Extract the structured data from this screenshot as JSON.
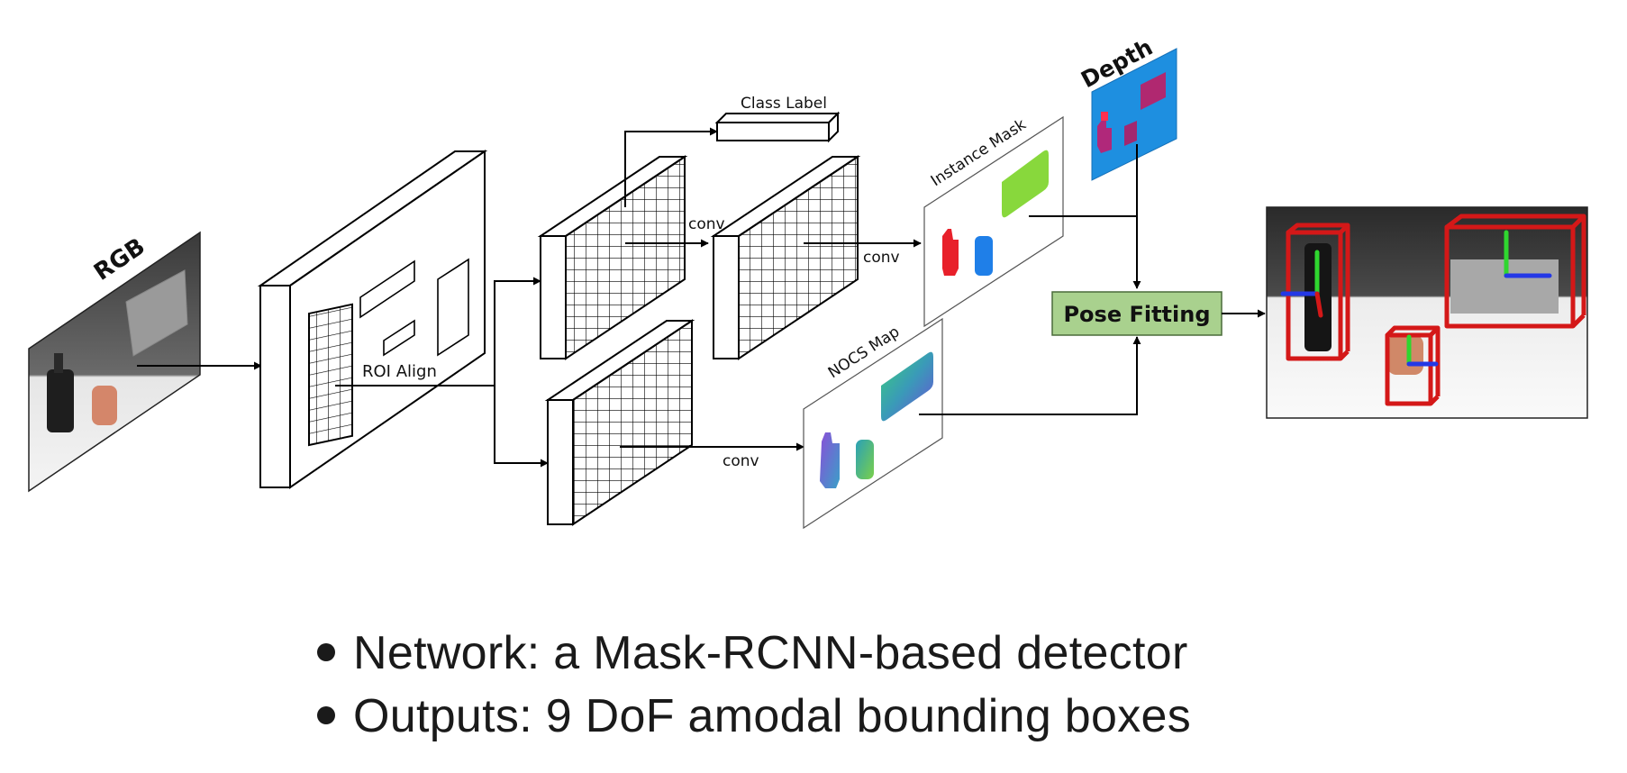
{
  "labels": {
    "rgb": "RGB",
    "depth": "Depth",
    "class_label": "Class Label",
    "instance_mask": "Instance Mask",
    "nocs_map": "NOCS Map",
    "roi_align": "ROI Align",
    "conv": "conv",
    "pose_fitting": "Pose Fitting"
  },
  "bullets": [
    "Network: a Mask-RCNN-based detector",
    "Outputs: 9 DoF amodal bounding boxes"
  ],
  "colors": {
    "pose_fitting_fill": "#a9d18e",
    "depth_background": "#1e8fe0",
    "mask_red": "#e8202a",
    "mask_blue": "#1f7fe8",
    "mask_green": "#88d83c",
    "bbox_red": "#d41818"
  }
}
